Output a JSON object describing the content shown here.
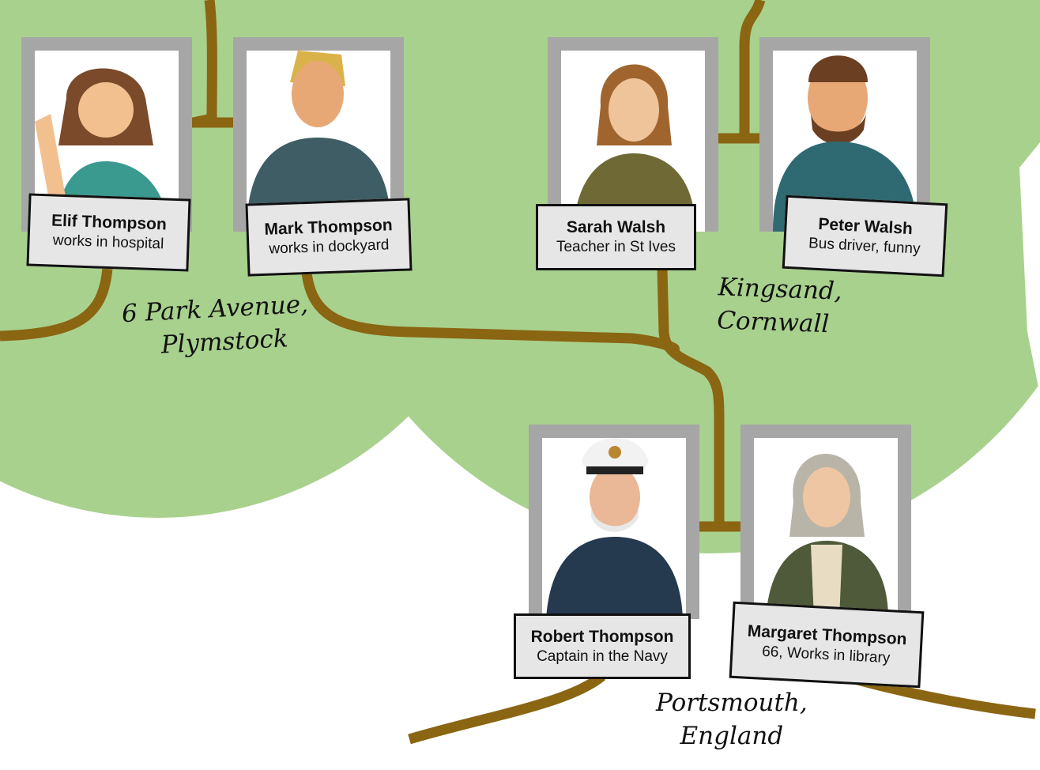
{
  "colors": {
    "tree": "#a8d18d",
    "branch": "#8a6512",
    "frame": "#a6a6a6",
    "label_bg": "#e6e6e6"
  },
  "people": [
    {
      "name": "Elif Thompson",
      "role": "works in hospital"
    },
    {
      "name": "Mark Thompson",
      "role": "works in dockyard"
    },
    {
      "name": "Sarah Walsh",
      "role": "Teacher in St Ives"
    },
    {
      "name": "Peter Walsh",
      "role": "Bus driver, funny"
    },
    {
      "name": "Robert Thompson",
      "role": "Captain in the Navy"
    },
    {
      "name": "Margaret Thompson",
      "role": "66, Works in library"
    }
  ],
  "places": [
    {
      "line1": "6 Park Avenue,",
      "line2": "Plymstock"
    },
    {
      "line1": "Kingsand,",
      "line2": "Cornwall"
    },
    {
      "line1": "Portsmouth,",
      "line2": "England"
    }
  ]
}
